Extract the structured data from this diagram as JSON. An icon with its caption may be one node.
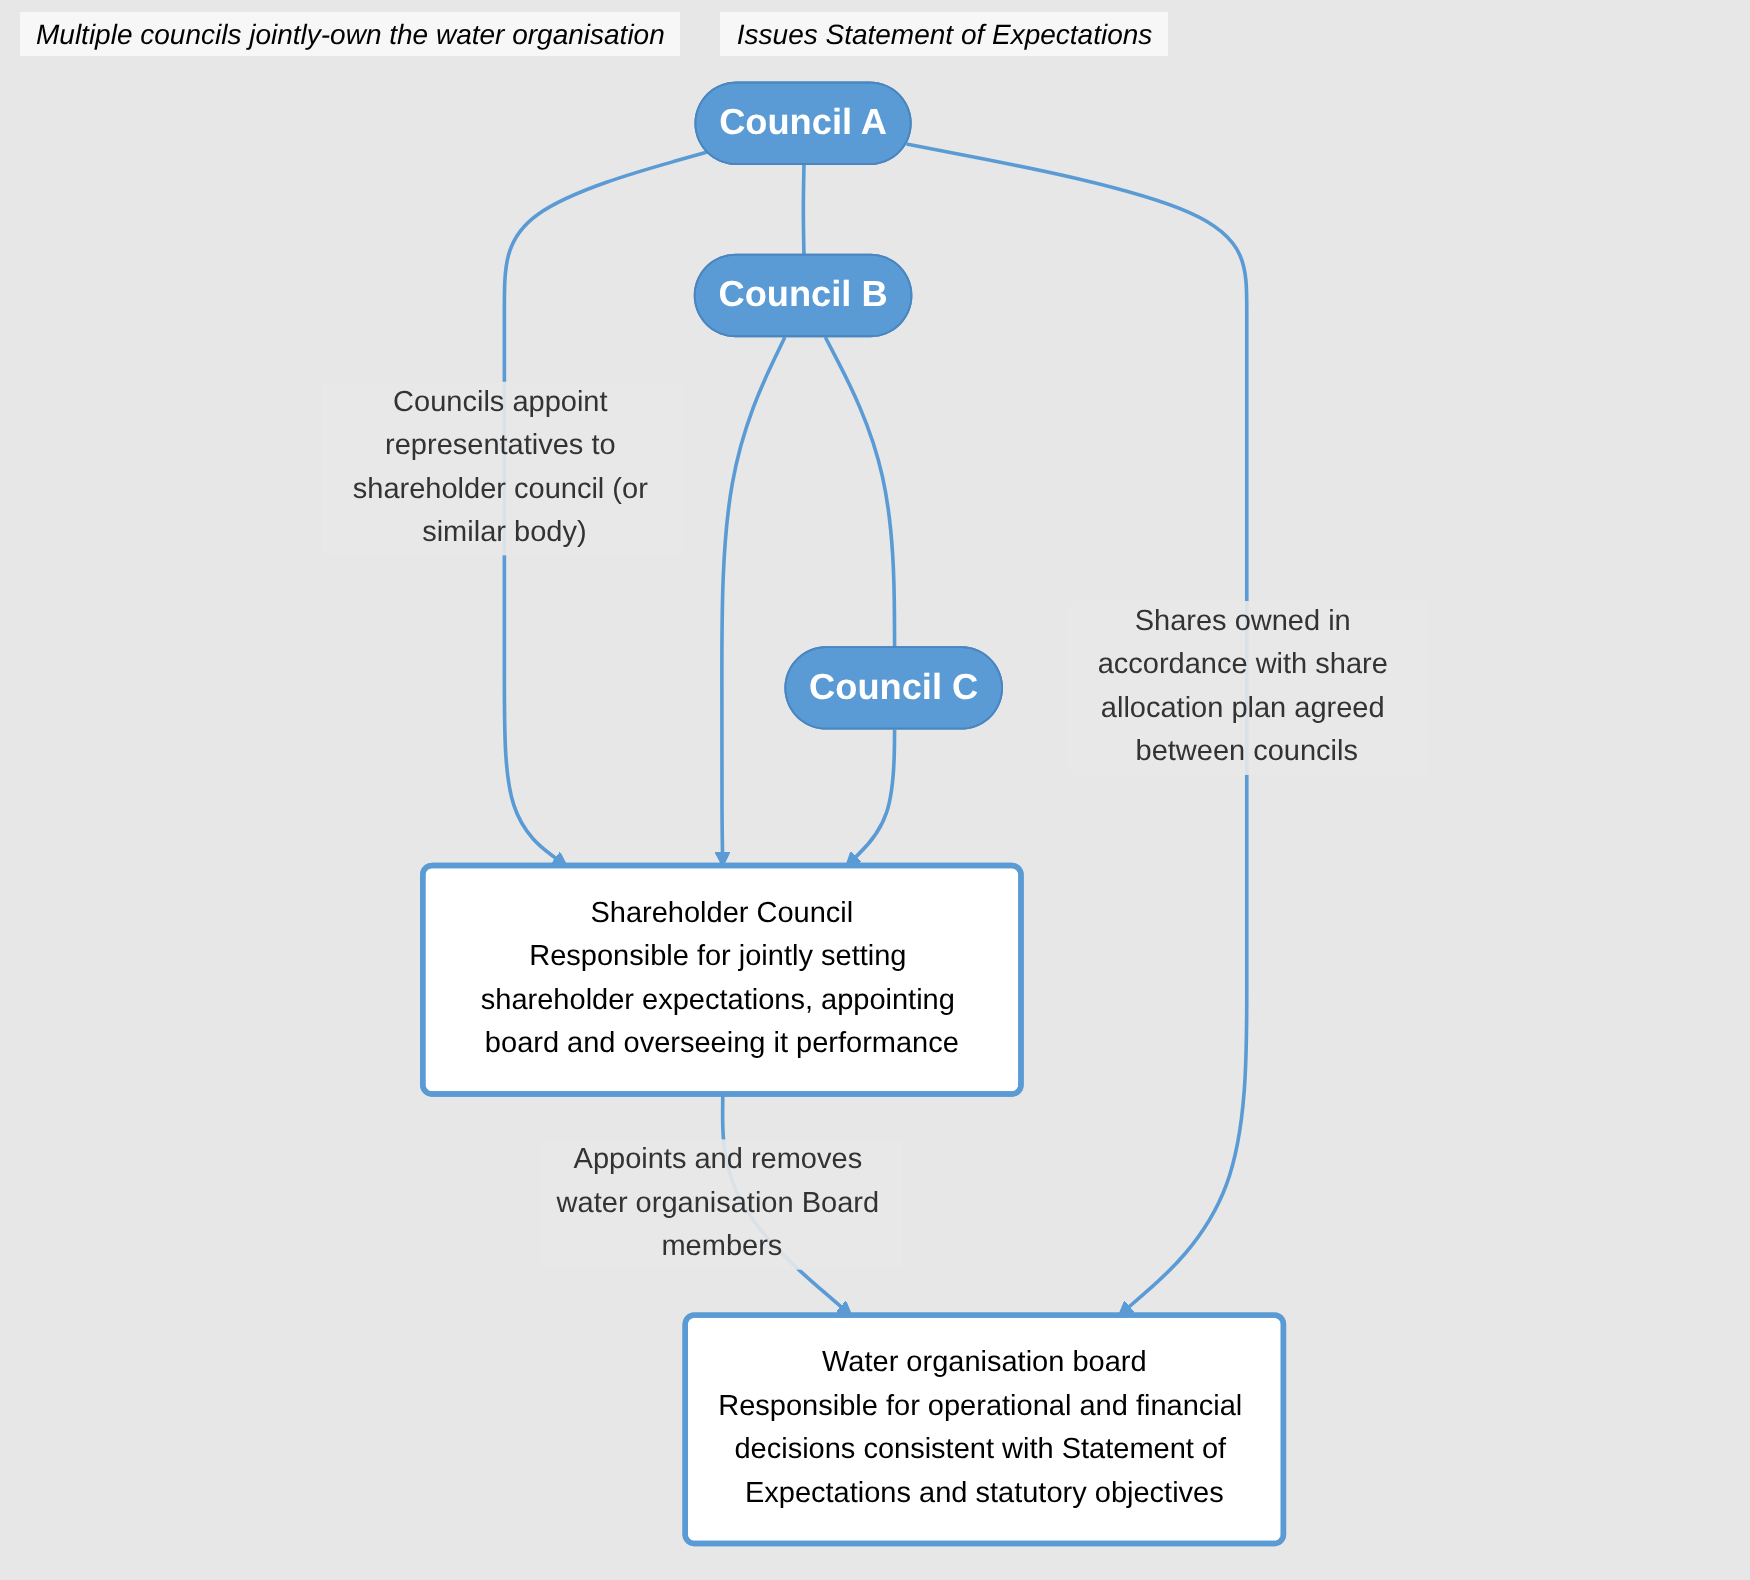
{
  "diagram": {
    "nodes": [
      {
        "text": [
          "Council A"
        ]
      },
      {
        "text": [
          "Council B"
        ]
      },
      {
        "text": [
          "Council C"
        ]
      },
      {
        "text": [
          "Shareholder Council",
          "Responsible for jointly setting shareholder expectations, appointing board and overseeing it performance"
        ]
      },
      {
        "text": [
          "Water organisation board",
          "Responsible for operational and financial decisions consistent with Statement of Expectations and statutory objectives"
        ]
      }
    ],
    "edges": [
      {
        "from": 0,
        "to": 1,
        "arrow": "none"
      },
      {
        "from": 1,
        "to": 2,
        "arrow": "none"
      },
      {
        "from": 0,
        "to": 3,
        "arrow": "to",
        "label": "Councils appoint representatives to shareholder council (or similar body)"
      },
      {
        "from": 1,
        "to": 3,
        "arrow": "to"
      },
      {
        "from": 2,
        "to": 3,
        "arrow": "to"
      },
      {
        "from": 3,
        "to": 4,
        "arrow": "to",
        "label": "Appoints and removes water organisation Board members"
      },
      {
        "from": 0,
        "to": 4,
        "arrow": "to",
        "label": "Shares owned in accordance with share allocation plan agreed between councils"
      }
    ],
    "labels": [
      "Multiple councils jointly-own the water organisation",
      "Issues Statement of Expectations"
    ]
  }
}
